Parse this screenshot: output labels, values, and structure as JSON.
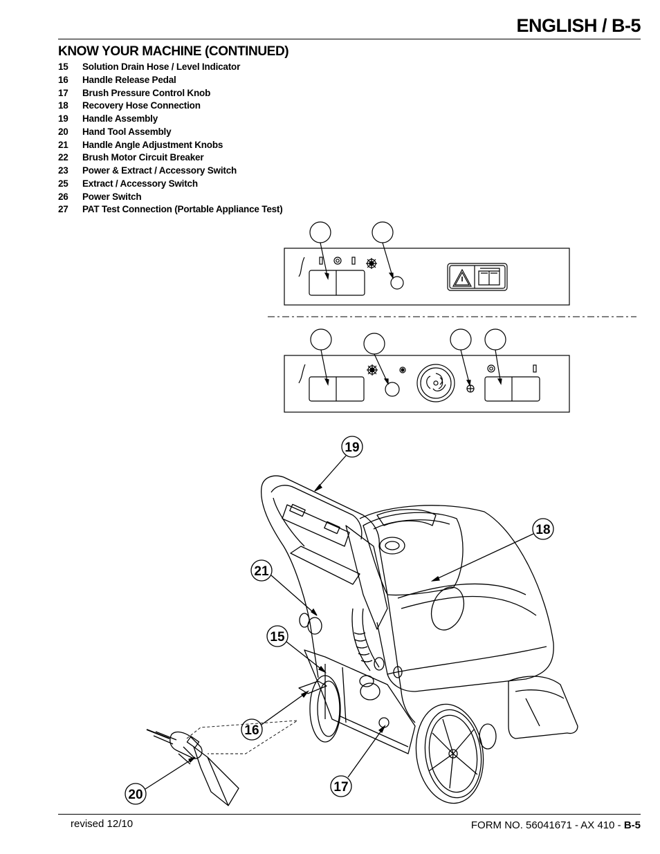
{
  "header": {
    "title": "ENGLISH / B-5"
  },
  "section": {
    "title": "KNOW YOUR MACHINE (CONTINUED)"
  },
  "parts": [
    {
      "num": "15",
      "label": "Solution Drain Hose / Level Indicator"
    },
    {
      "num": "16",
      "label": "Handle Release Pedal"
    },
    {
      "num": "17",
      "label": "Brush Pressure Control Knob"
    },
    {
      "num": "18",
      "label": "Recovery Hose Connection"
    },
    {
      "num": "19",
      "label": "Handle Assembly"
    },
    {
      "num": "20",
      "label": "Hand Tool Assembly"
    },
    {
      "num": "21",
      "label": "Handle Angle Adjustment Knobs"
    },
    {
      "num": "22",
      "label": "Brush Motor Circuit Breaker"
    },
    {
      "num": "23",
      "label": "Power & Extract / Accessory Switch"
    },
    {
      "num": "25",
      "label": "Extract / Accessory Switch"
    },
    {
      "num": "26",
      "label": "Power Switch"
    },
    {
      "num": "27",
      "label": "PAT Test Connection (Portable Appliance Test)"
    }
  ],
  "callouts": {
    "c19": "19",
    "c18": "18",
    "c21": "21",
    "c15": "15",
    "c16": "16",
    "c17": "17",
    "c20": "20"
  },
  "footer": {
    "revised": "revised 12/10",
    "form_prefix": "FORM NO. 56041671 - AX 410 - ",
    "page": "B-5"
  }
}
